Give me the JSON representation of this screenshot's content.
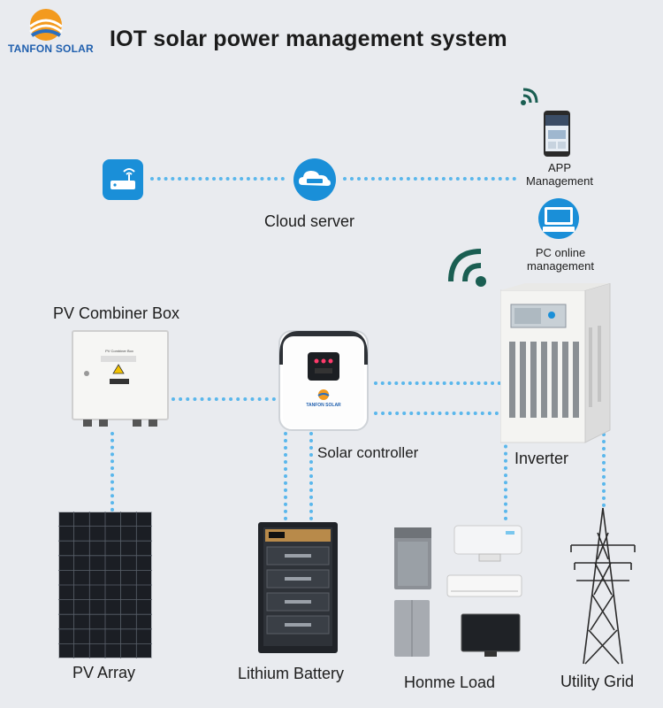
{
  "brand": {
    "name": "TANFON SOLAR",
    "logo_icon": "sun-logo-icon"
  },
  "title": "IOT solar power management system",
  "nodes": {
    "router": {
      "icon": "router-icon"
    },
    "cloud": {
      "label": "Cloud server",
      "icon": "cloud-server-icon"
    },
    "app": {
      "label_line1": "APP",
      "label_line2": "Management",
      "icon": "smartphone-icon"
    },
    "pc": {
      "label_line1": "PC online",
      "label_line2": "management",
      "icon": "monitor-icon"
    },
    "combiner": {
      "label": "PV Combiner Box",
      "plate_text": "PV Combiner Box"
    },
    "controller": {
      "label": "Solar controller",
      "brand_text": "TANFON SOLAR"
    },
    "inverter": {
      "label": "Inverter"
    },
    "pv_array": {
      "label": "PV Array"
    },
    "battery": {
      "label": "Lithium Battery"
    },
    "load": {
      "label": "Honme Load"
    },
    "grid": {
      "label": "Utility Grid"
    }
  },
  "colors": {
    "link": "#5ab7ec",
    "accent": "#1a8fd8",
    "brand": "#1f5fae",
    "wifi": "#1a5e52"
  }
}
